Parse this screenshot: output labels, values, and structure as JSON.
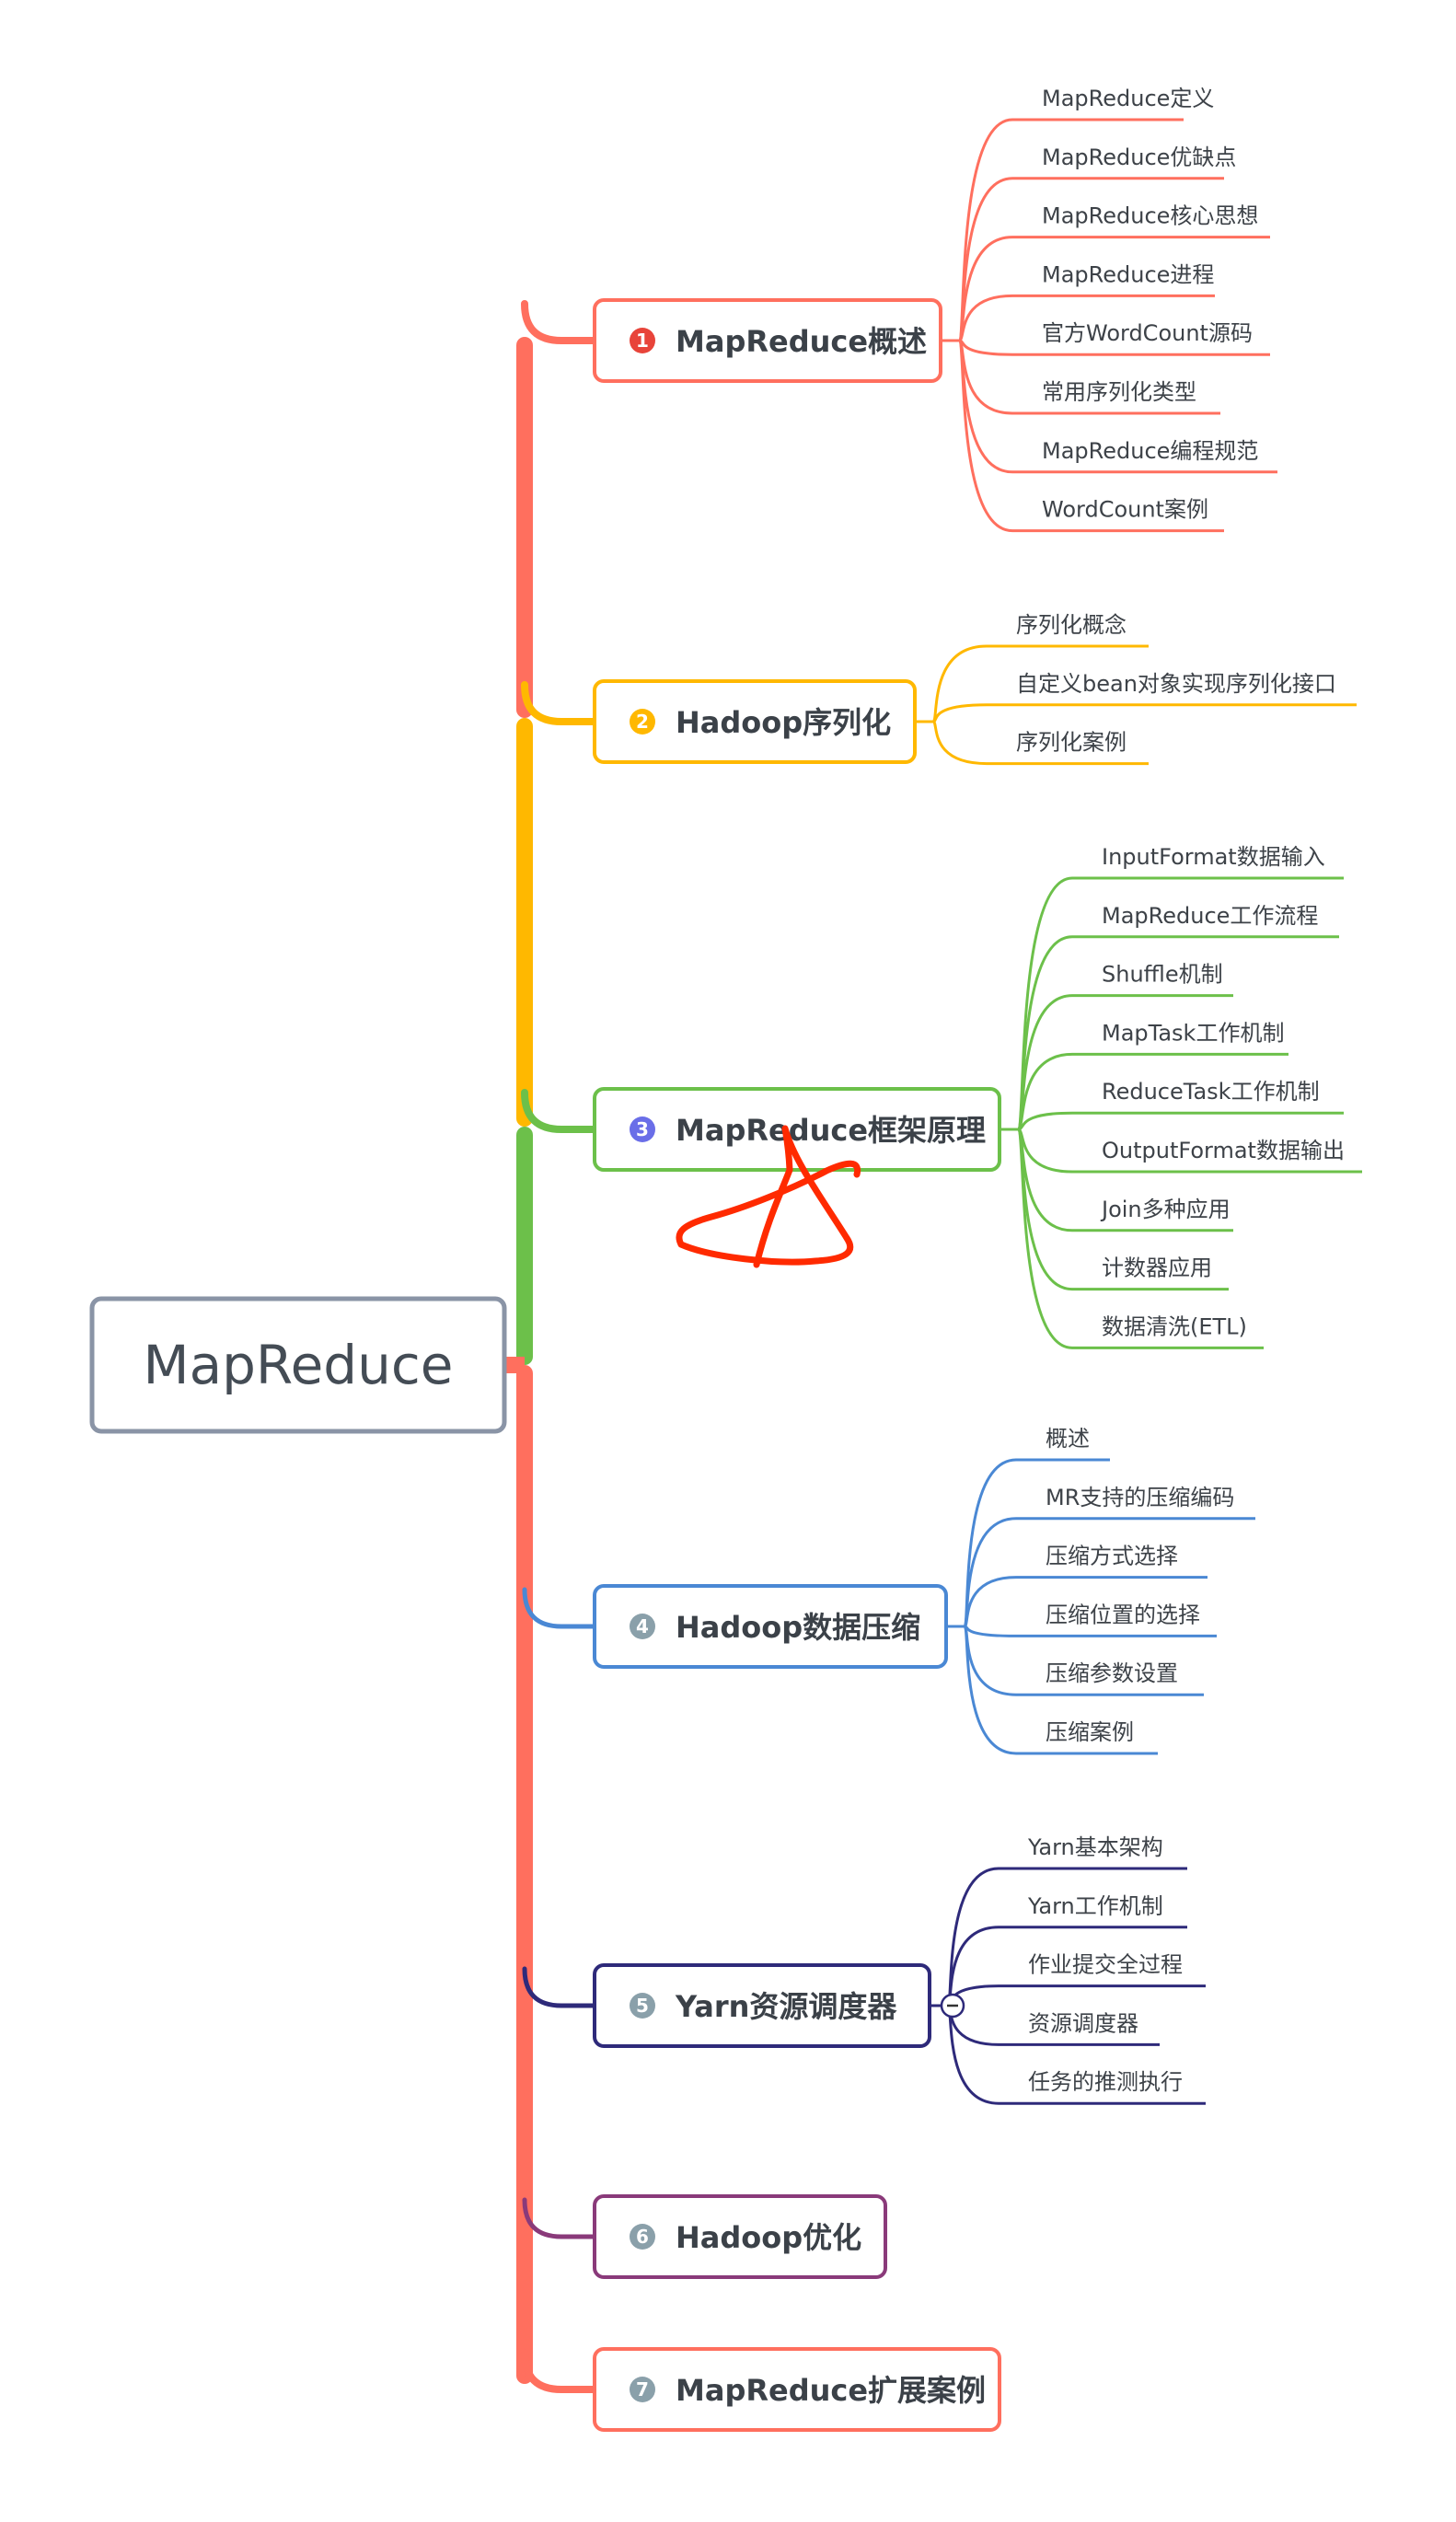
{
  "root": {
    "label": "MapReduce",
    "border_color": "#8a94a6"
  },
  "trunk_color": "#ff6f5e",
  "branches": [
    {
      "badge": "1",
      "label": "MapReduce概述",
      "color": "#ff6f5e",
      "badge_color": "#e8443a",
      "children": [
        "MapReduce定义",
        "MapReduce优缺点",
        "MapReduce核心思想",
        "MapReduce进程",
        "官方WordCount源码",
        "常用序列化类型",
        "MapReduce编程规范",
        "WordCount案例"
      ]
    },
    {
      "badge": "2",
      "label": "Hadoop序列化",
      "color": "#ffb800",
      "badge_color": "#ffb800",
      "children": [
        "序列化概念",
        "自定义bean对象实现序列化接口",
        "序列化案例"
      ]
    },
    {
      "badge": "3",
      "label": "MapReduce框架原理",
      "color": "#6cc04a",
      "badge_color": "#6a6ee8",
      "children": [
        "InputFormat数据输入",
        "MapReduce工作流程",
        "Shuffle机制",
        "MapTask工作机制",
        "ReduceTask工作机制",
        "OutputFormat数据输出",
        "Join多种应用",
        "计数器应用",
        "数据清洗(ETL)"
      ]
    },
    {
      "badge": "4",
      "label": "Hadoop数据压缩",
      "color": "#4a88d4",
      "badge_color": "#8aa0aa",
      "children": [
        "概述",
        "MR支持的压缩编码",
        "压缩方式选择",
        "压缩位置的选择",
        "压缩参数设置",
        "压缩案例"
      ]
    },
    {
      "badge": "5",
      "label": "Yarn资源调度器",
      "color": "#2e2a7a",
      "badge_color": "#8aa0aa",
      "collapsible": true,
      "children": [
        "Yarn基本架构",
        "Yarn工作机制",
        "作业提交全过程",
        "资源调度器",
        "任务的推测执行"
      ]
    },
    {
      "badge": "6",
      "label": "Hadoop优化",
      "color": "#8a3a7a",
      "badge_color": "#8aa0aa",
      "children": []
    },
    {
      "badge": "7",
      "label": "MapReduce扩展案例",
      "color": "#ff6f5e",
      "badge_color": "#8aa0aa",
      "children": []
    }
  ],
  "annotation": {
    "shape": "hand-drawn-star",
    "color": "#ff2a00"
  }
}
